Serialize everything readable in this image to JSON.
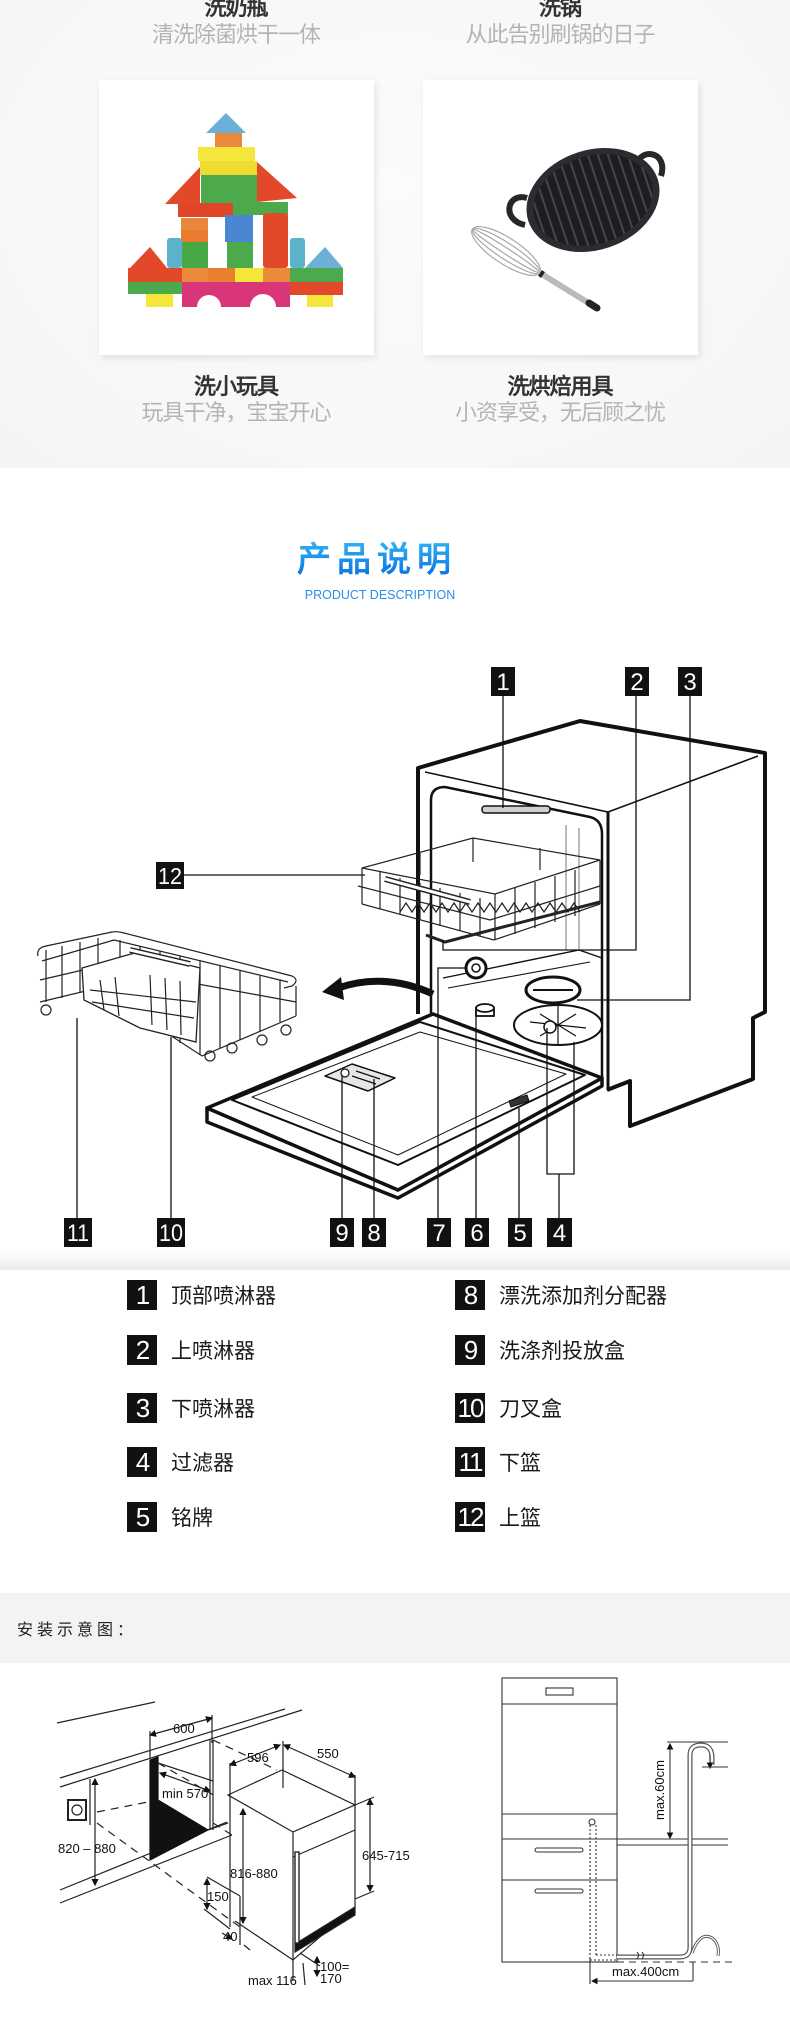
{
  "scenarios": {
    "top_row": [
      {
        "title": "洗奶瓶",
        "subtitle": "清洗除菌烘干一体"
      },
      {
        "title": "洗锅",
        "subtitle": "从此告别刷锅的日子"
      }
    ],
    "cards": [
      {
        "image": "toy-blocks-photo",
        "title": "洗小玩具",
        "subtitle": "玩具干净，宝宝开心"
      },
      {
        "image": "grill-pan-and-whisk-photo",
        "title": "洗烘焙用具",
        "subtitle": "小资享受，无后顾之忧"
      }
    ]
  },
  "product_description": {
    "title": "产品说明",
    "subtitle": "PRODUCT DESCRIPTION",
    "diagram_image": "dishwasher-exploded-view",
    "callouts": [
      "1",
      "2",
      "3",
      "4",
      "5",
      "6",
      "7",
      "8",
      "9",
      "10",
      "11",
      "12"
    ]
  },
  "legend": {
    "left": [
      {
        "number": "1",
        "label": "顶部喷淋器"
      },
      {
        "number": "2",
        "label": "上喷淋器"
      },
      {
        "number": "3",
        "label": "下喷淋器"
      },
      {
        "number": "4",
        "label": "过滤器"
      },
      {
        "number": "5",
        "label": "铭牌"
      }
    ],
    "right": [
      {
        "number": "8",
        "label": "漂洗添加剂分配器"
      },
      {
        "number": "9",
        "label": "洗涤剂投放盒"
      },
      {
        "number": "10",
        "label": "刀叉盒"
      },
      {
        "number": "11",
        "label": "下篮"
      },
      {
        "number": "12",
        "label": "上篮"
      }
    ]
  },
  "installation": {
    "heading": "安装示意图：",
    "cabinet_diagram": {
      "niche_width": "600",
      "niche_depth": "min 570",
      "socket_height": "820 – 880",
      "appliance_width": "596",
      "appliance_depth": "550",
      "appliance_height": "816-880",
      "door_height": "645-715",
      "toe_kick_height": "150",
      "toe_kick_depth": "40",
      "plinth_height_1": "100=",
      "plinth_height_2": "170",
      "plinth_depth": "max 116"
    },
    "drain_diagram": {
      "max_hose_height": "max.60cm",
      "max_hose_length": "max.400cm"
    }
  },
  "colors": {
    "title_gradient_top": "#2fb2f5",
    "title_gradient_bottom": "#0a6fe0",
    "subtitle_blue": "#2b8fe6",
    "scenario_background": "#f7f7f7",
    "band_background": "#f3f3f3",
    "callout_box": "#111111"
  }
}
